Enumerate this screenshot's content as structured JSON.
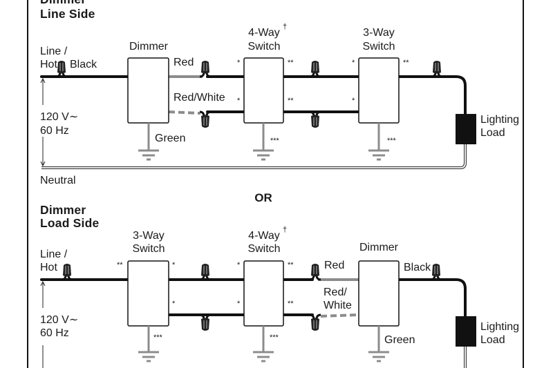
{
  "colors": {
    "black_wire": "#111111",
    "gray_wire": "#8c8c8c",
    "load": "#111111"
  },
  "line_side": {
    "title_line1": "Dimmer",
    "title_line2": "Line Side",
    "line_hot_1": "Line /",
    "line_hot_2": "Hot",
    "black_label": "Black",
    "dimmer_label": "Dimmer",
    "red_label": "Red",
    "red_white_label": "Red/White",
    "green_label": "Green",
    "four_way_1": "4-Way",
    "four_way_dagger": "†",
    "four_way_2": "Switch",
    "three_way_1": "3-Way",
    "three_way_2": "Switch",
    "voltage": "120 V∼",
    "frequency": "60 Hz",
    "neutral": "Neutral",
    "load_1": "Lighting",
    "load_2": "Load"
  },
  "or_label": "OR",
  "load_side": {
    "title_line1": "Dimmer",
    "title_line2": "Load Side",
    "line_hot_1": "Line /",
    "line_hot_2": "Hot",
    "three_way_1": "3-Way",
    "three_way_2": "Switch",
    "four_way_1": "4-Way",
    "four_way_dagger": "†",
    "four_way_2": "Switch",
    "dimmer_label": "Dimmer",
    "red_label": "Red",
    "red_white_1": "Red/",
    "red_white_2": "White",
    "black_label": "Black",
    "green_label": "Green",
    "voltage": "120 V∼",
    "frequency": "60 Hz",
    "load_1": "Lighting",
    "load_2": "Load"
  },
  "markers": {
    "single": "*",
    "double": "**",
    "triple": "***"
  }
}
